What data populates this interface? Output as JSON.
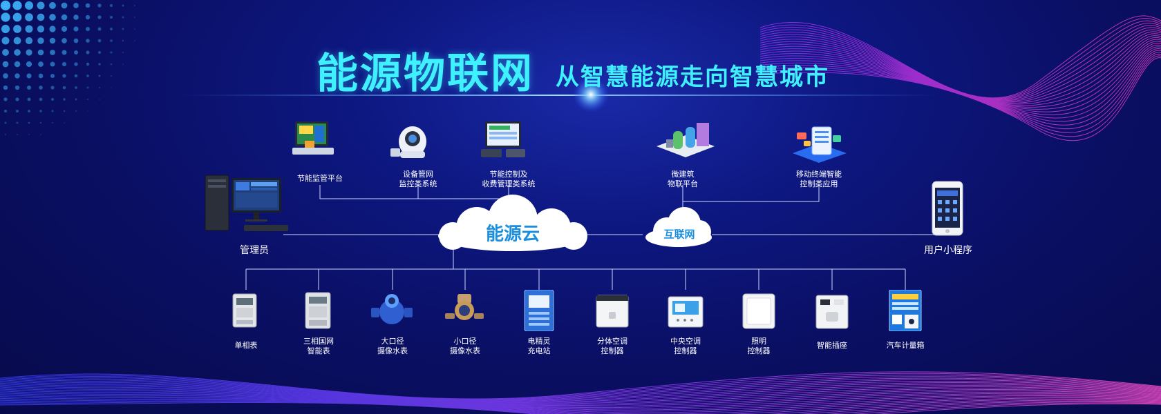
{
  "header": {
    "title": "能源物联网",
    "subtitle": "从智慧能源走向智慧城市"
  },
  "top_platforms": [
    {
      "icon": "monitoring-platform-icon",
      "lines": [
        "节能监管平台"
      ]
    },
    {
      "icon": "robot-monitor-icon",
      "lines": [
        "设备管网",
        "监控类系统"
      ]
    },
    {
      "icon": "billing-system-icon",
      "lines": [
        "节能控制及",
        "收费管理类系统"
      ]
    },
    {
      "icon": "iot-platform-icon",
      "lines": [
        "微建筑",
        "物联平台"
      ]
    },
    {
      "icon": "mobile-app-icon",
      "lines": [
        "移动终端智能",
        "控制类应用"
      ]
    }
  ],
  "clouds": {
    "energy_cloud": "能源云",
    "internet": "互联网"
  },
  "actors": {
    "admin": "管理员",
    "user": "用户小程序"
  },
  "devices": [
    {
      "icon": "single-phase-meter-icon",
      "lines": [
        "单相表"
      ]
    },
    {
      "icon": "three-phase-meter-icon",
      "lines": [
        "三相国网",
        "智能表"
      ]
    },
    {
      "icon": "large-water-meter-icon",
      "lines": [
        "大口径",
        "摄像水表"
      ]
    },
    {
      "icon": "small-water-meter-icon",
      "lines": [
        "小口径",
        "摄像水表"
      ]
    },
    {
      "icon": "charging-station-icon",
      "lines": [
        "电精灵",
        "充电站"
      ]
    },
    {
      "icon": "split-ac-controller-icon",
      "lines": [
        "分体空调",
        "控制器"
      ]
    },
    {
      "icon": "central-ac-controller-icon",
      "lines": [
        "中央空调",
        "控制器"
      ]
    },
    {
      "icon": "lighting-controller-icon",
      "lines": [
        "照明",
        "控制器"
      ]
    },
    {
      "icon": "smart-socket-icon",
      "lines": [
        "智能插座"
      ]
    },
    {
      "icon": "ev-metering-box-icon",
      "lines": [
        "汽车计量箱"
      ]
    }
  ],
  "colors": {
    "title": "#3ff0ff",
    "cloud_text": "#1a8fe0",
    "line": "#cfd6ff"
  }
}
